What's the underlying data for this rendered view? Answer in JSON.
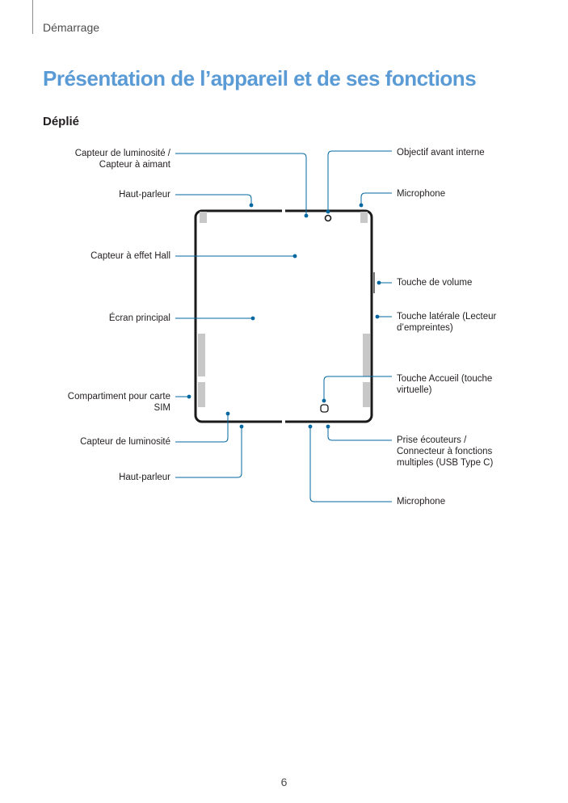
{
  "header": {
    "section": "Démarrage"
  },
  "title": "Présentation de l’appareil et de ses fonctions",
  "subsection": "Déplié",
  "labels_left": [
    {
      "id": "light-magnet",
      "lines": [
        "Capteur de luminosité /",
        "Capteur à aimant"
      ]
    },
    {
      "id": "speaker-top",
      "lines": [
        "Haut-parleur"
      ]
    },
    {
      "id": "hall",
      "lines": [
        "Capteur à effet Hall"
      ]
    },
    {
      "id": "main-screen",
      "lines": [
        "Écran principal"
      ]
    },
    {
      "id": "sim",
      "lines": [
        "Compartiment pour carte",
        "SIM"
      ]
    },
    {
      "id": "light-bottom",
      "lines": [
        "Capteur de luminosité"
      ]
    },
    {
      "id": "speaker-bottom",
      "lines": [
        "Haut-parleur"
      ]
    }
  ],
  "labels_right": [
    {
      "id": "front-camera",
      "lines": [
        "Objectif avant interne"
      ]
    },
    {
      "id": "mic-top",
      "lines": [
        "Microphone"
      ]
    },
    {
      "id": "volume",
      "lines": [
        "Touche de volume"
      ]
    },
    {
      "id": "side-key",
      "lines": [
        "Touche latérale (Lecteur",
        "d’empreintes)"
      ]
    },
    {
      "id": "home",
      "lines": [
        "Touche Accueil (touche",
        "virtuelle)"
      ]
    },
    {
      "id": "usb",
      "lines": [
        "Prise écouteurs /",
        "Connecteur à fonctions",
        "multiples (USB Type C)"
      ]
    },
    {
      "id": "mic-bottom",
      "lines": [
        "Microphone"
      ]
    }
  ],
  "colors": {
    "accent": "#5b9bd5",
    "callout": "#0067a0",
    "device": "#1a1a1a",
    "hinge": "#c8c8c8"
  },
  "footer": {
    "page_number": "6"
  }
}
